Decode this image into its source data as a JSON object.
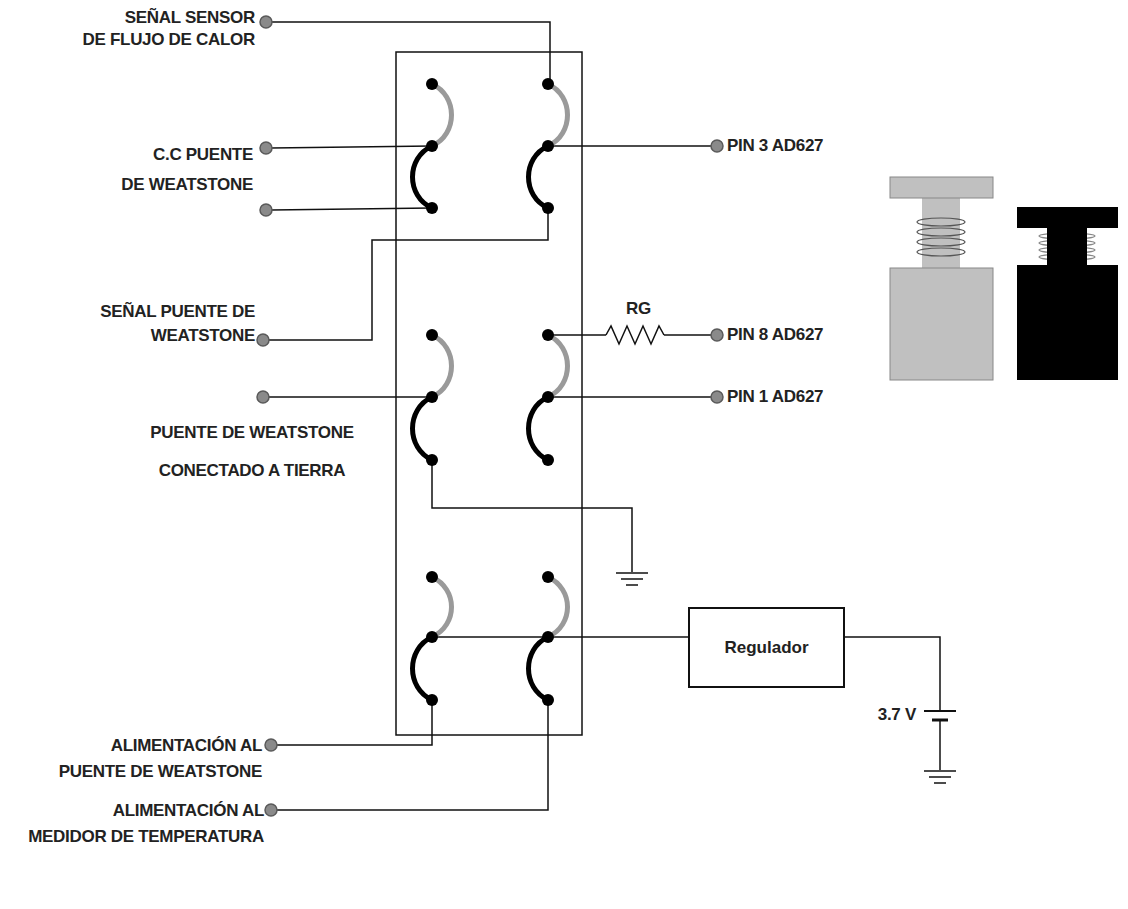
{
  "diagram": {
    "nodes": [
      {
        "text": [
          "Regulador"
        ]
      }
    ],
    "labels": [
      "SEÑAL SENSOR DE FLUJO DE CALOR",
      "C.C PUENTE DE WEATSTONE",
      "PIN 3 AD627",
      "SEÑAL PUENTE DE WEATSTONE",
      "RG",
      "PIN 8 AD627",
      "PIN 1 AD627",
      "PUENTE DE WEATSTONE CONECTADO A TIERRA",
      "3.7 V",
      "ALIMENTACIÓN AL PUENTE DE WEATSTONE",
      "ALIMENTACIÓN AL MEDIDOR DE TEMPERATURA"
    ]
  }
}
